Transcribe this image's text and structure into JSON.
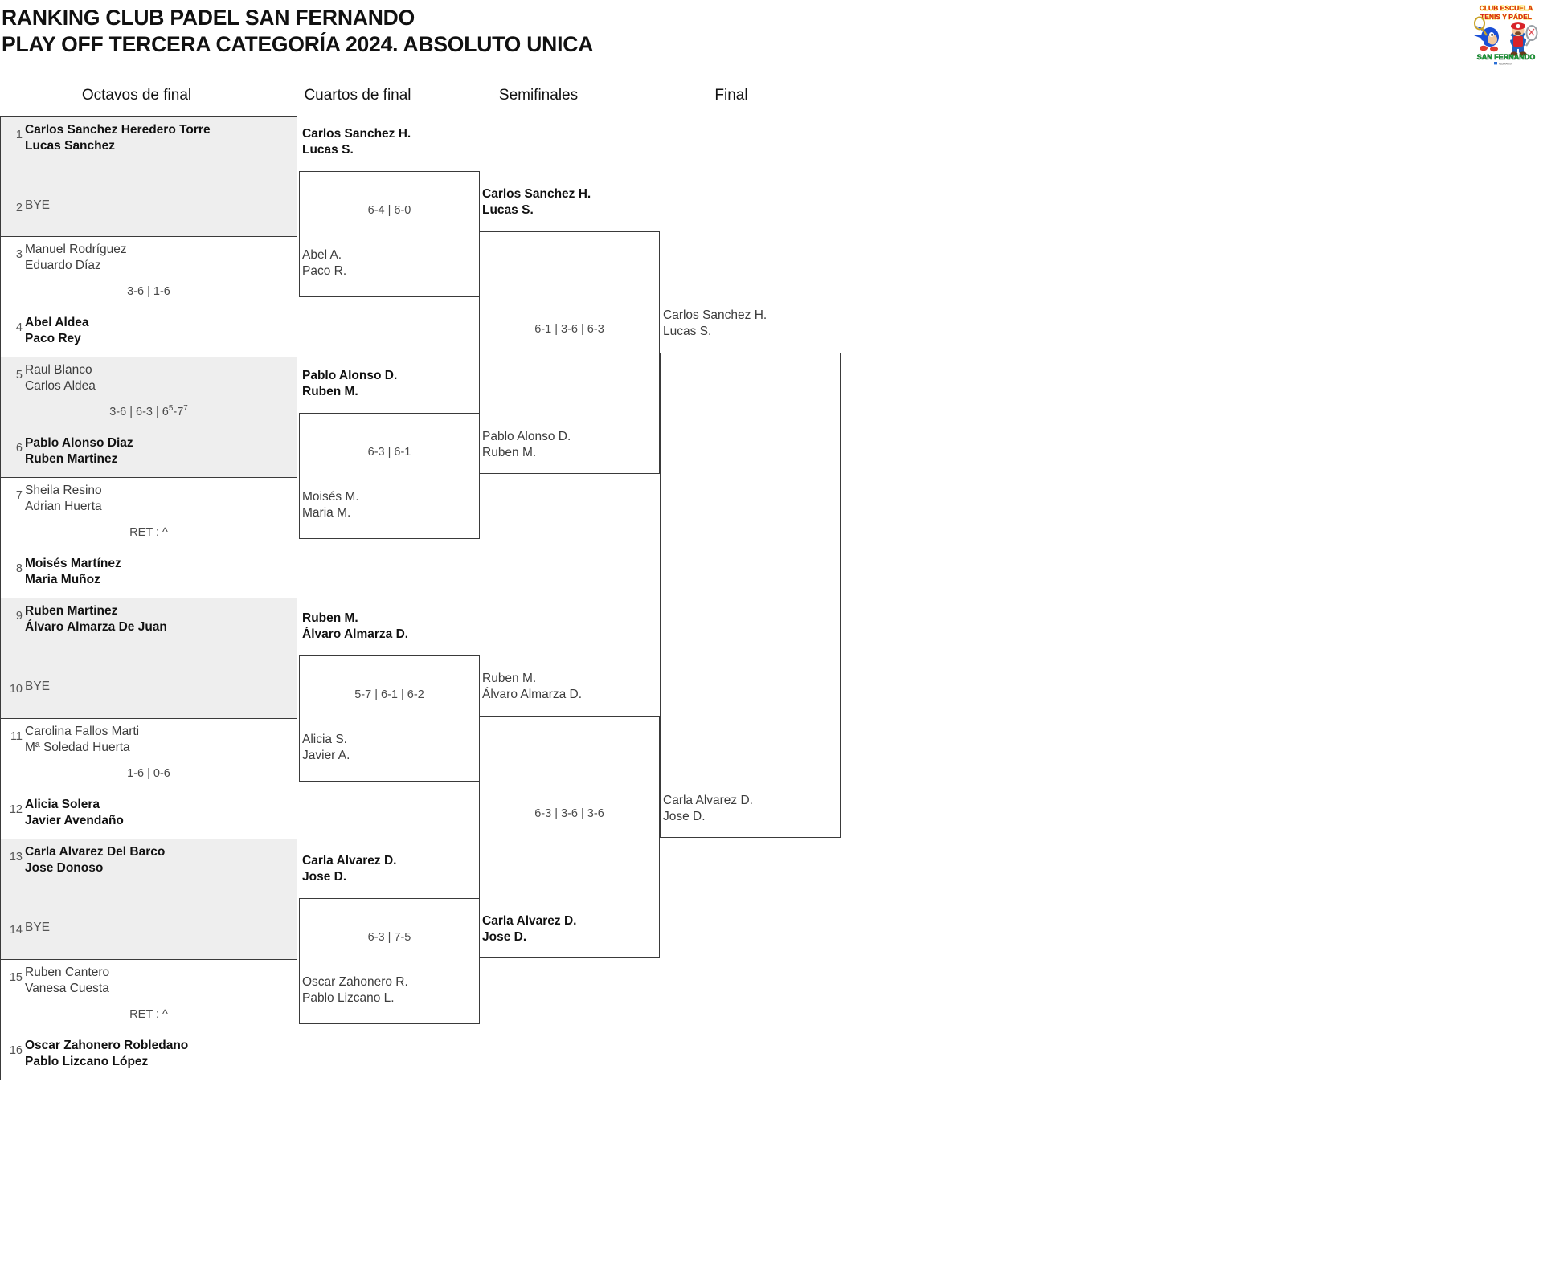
{
  "header": {
    "title_line1": "RANKING CLUB PADEL SAN FERNANDO",
    "title_line2": "PLAY OFF TERCERA CATEGORÍA 2024. ABSOLUTO UNICA"
  },
  "logo": {
    "name": "club-escuela-tenis-y-padel-san-fernando-logo",
    "text_top": "CLUB ESCUELA",
    "text_mid": "TENIS Y PÁDEL",
    "text_bottom": "SAN FERNANDO"
  },
  "rounds": [
    {
      "label": "Octavos de final"
    },
    {
      "label": "Cuartos de final"
    },
    {
      "label": "Semifinales"
    },
    {
      "label": "Final"
    }
  ],
  "colors": {
    "band_shade": "#eeeeee",
    "band_plain": "#ffffff",
    "line": "#3a3a3a",
    "text": "#3c3c3c",
    "text_bold": "#111111"
  },
  "r16": [
    {
      "seed_top": "1",
      "top_line1": "Carlos Sanchez Heredero Torre",
      "top_line2": "Lucas Sanchez",
      "top_winner": true,
      "seed_bot": "2",
      "bot_bye": "BYE",
      "bot_line1": "",
      "bot_line2": "",
      "bot_winner": false,
      "score": "",
      "shaded": true
    },
    {
      "seed_top": "3",
      "top_line1": "Manuel Rodríguez",
      "top_line2": "Eduardo Díaz",
      "top_winner": false,
      "seed_bot": "4",
      "bot_line1": "Abel Aldea",
      "bot_line2": "Paco Rey",
      "bot_winner": true,
      "score": "3-6 | 1-6",
      "shaded": false
    },
    {
      "seed_top": "5",
      "top_line1": "Raul Blanco",
      "top_line2": "Carlos Aldea",
      "top_winner": false,
      "seed_bot": "6",
      "bot_line1": "Pablo Alonso Diaz",
      "bot_line2": "Ruben Martinez",
      "bot_winner": true,
      "score": "3-6 | 6-3 | 6⁵-7⁷",
      "score_html": "3-6 | 6-3 | 6<sup>5</sup>-7<sup>7</sup>",
      "shaded": true
    },
    {
      "seed_top": "7",
      "top_line1": "Sheila Resino",
      "top_line2": "Adrian Huerta",
      "top_winner": false,
      "seed_bot": "8",
      "bot_line1": "Moisés Martínez",
      "bot_line2": "Maria Muñoz",
      "bot_winner": true,
      "score": "RET : ^",
      "shaded": false
    },
    {
      "seed_top": "9",
      "top_line1": "Ruben Martinez",
      "top_line2": "Álvaro Almarza De Juan",
      "top_winner": true,
      "seed_bot": "10",
      "bot_bye": "BYE",
      "bot_line1": "",
      "bot_line2": "",
      "bot_winner": false,
      "score": "",
      "shaded": true
    },
    {
      "seed_top": "11",
      "top_line1": "Carolina Fallos Marti",
      "top_line2": "Mª Soledad Huerta",
      "top_winner": false,
      "seed_bot": "12",
      "bot_line1": "Alicia Solera",
      "bot_line2": "Javier Avendaño",
      "bot_winner": true,
      "score": "1-6 | 0-6",
      "shaded": false
    },
    {
      "seed_top": "13",
      "top_line1": "Carla Alvarez Del Barco",
      "top_line2": "Jose Donoso",
      "top_winner": true,
      "seed_bot": "14",
      "bot_bye": "BYE",
      "bot_line1": "",
      "bot_line2": "",
      "bot_winner": false,
      "score": "",
      "shaded": true
    },
    {
      "seed_top": "15",
      "top_line1": "Ruben Cantero",
      "top_line2": "Vanesa Cuesta",
      "top_winner": false,
      "seed_bot": "16",
      "bot_line1": "Oscar Zahonero Robledano",
      "bot_line2": "Pablo Lizcano López",
      "bot_winner": true,
      "score": "RET : ^",
      "shaded": false
    }
  ],
  "quarterfinals": [
    {
      "top_line1": "Carlos Sanchez H.",
      "top_line2": "Lucas S.",
      "top_winner": true,
      "bot_line1": "Abel A.",
      "bot_line2": "Paco R.",
      "bot_winner": false,
      "score": "6-4 | 6-0"
    },
    {
      "top_line1": "Pablo Alonso D.",
      "top_line2": "Ruben M.",
      "top_winner": true,
      "bot_line1": "Moisés M.",
      "bot_line2": "Maria M.",
      "bot_winner": false,
      "score": "6-3 | 6-1"
    },
    {
      "top_line1": "Ruben M.",
      "top_line2": "Álvaro Almarza D.",
      "top_winner": true,
      "bot_line1": "Alicia S.",
      "bot_line2": "Javier A.",
      "bot_winner": false,
      "score": "5-7 | 6-1 | 6-2"
    },
    {
      "top_line1": "Carla Alvarez D.",
      "top_line2": "Jose D.",
      "top_winner": true,
      "bot_line1": "Oscar Zahonero R.",
      "bot_line2": "Pablo Lizcano L.",
      "bot_winner": false,
      "score": "6-3 | 7-5"
    }
  ],
  "semifinals": [
    {
      "top_line1": "Carlos Sanchez H.",
      "top_line2": "Lucas S.",
      "top_winner": true,
      "bot_line1": "Pablo Alonso D.",
      "bot_line2": "Ruben M.",
      "bot_winner": false,
      "score": "6-1 | 3-6 | 6-3"
    },
    {
      "top_line1": "Ruben M.",
      "top_line2": "Álvaro Almarza D.",
      "top_winner": false,
      "bot_line1": "Carla Alvarez D.",
      "bot_line2": "Jose D.",
      "bot_winner": true,
      "score": "6-3 | 3-6 | 3-6"
    }
  ],
  "final": {
    "top_line1": "Carlos Sanchez H.",
    "top_line2": "Lucas S.",
    "top_winner": false,
    "bot_line1": "Carla Alvarez D.",
    "bot_line2": "Jose D.",
    "bot_winner": false,
    "score": ""
  }
}
